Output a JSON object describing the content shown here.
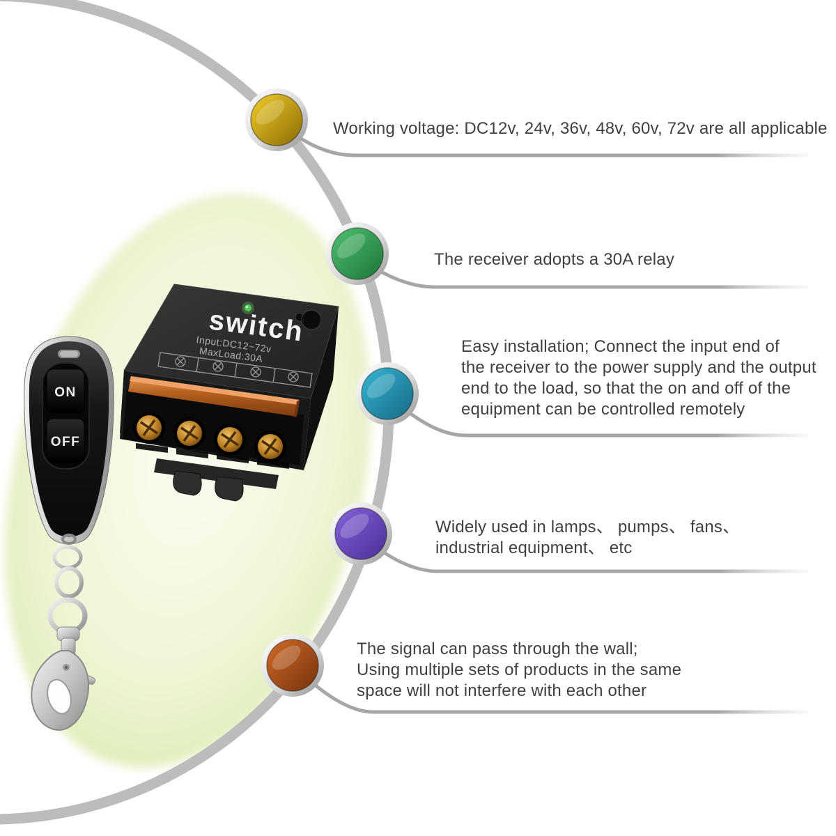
{
  "colors": {
    "arc": "#bcbcbc",
    "callout": "#a6a6a6",
    "text": "#404040",
    "glow_inner": "#fbfdf0",
    "glow_outer": "#dcebb2"
  },
  "features": [
    {
      "name": "working-voltage",
      "bullet_light": "#ecc829",
      "bullet_dark": "#8a6b03",
      "lines": [
        "Working voltage: DC12v, 24v, 36v, 48v, 60v, 72v are all applicable"
      ]
    },
    {
      "name": "relay",
      "bullet_light": "#4cbc6e",
      "bullet_dark": "#1d7537",
      "lines": [
        "The receiver adopts a 30A relay"
      ]
    },
    {
      "name": "easy-installation",
      "bullet_light": "#35b2cf",
      "bullet_dark": "#156a85",
      "lines": [
        "Easy installation; Connect the input end of",
        "the receiver to the power supply and the output",
        "end to the load, so that the on and off of the",
        "equipment can be controlled remotely"
      ]
    },
    {
      "name": "widely-used",
      "bullet_light": "#8260d6",
      "bullet_dark": "#4c2f96",
      "lines": [
        "Widely used in lamps、 pumps、 fans、",
        "industrial equipment、 etc"
      ]
    },
    {
      "name": "signal-through-wall",
      "bullet_light": "#cd6726",
      "bullet_dark": "#74330c",
      "lines": [
        "The signal can pass through the wall;",
        "Using multiple sets of products in the same",
        "space will not interfere with each other"
      ]
    }
  ],
  "receiver": {
    "brand": "switch",
    "spec_line1": "Input:DC12~72v",
    "spec_line2": "MaxLoad:30A"
  },
  "remote": {
    "on_label": "ON",
    "off_label": "OFF"
  }
}
